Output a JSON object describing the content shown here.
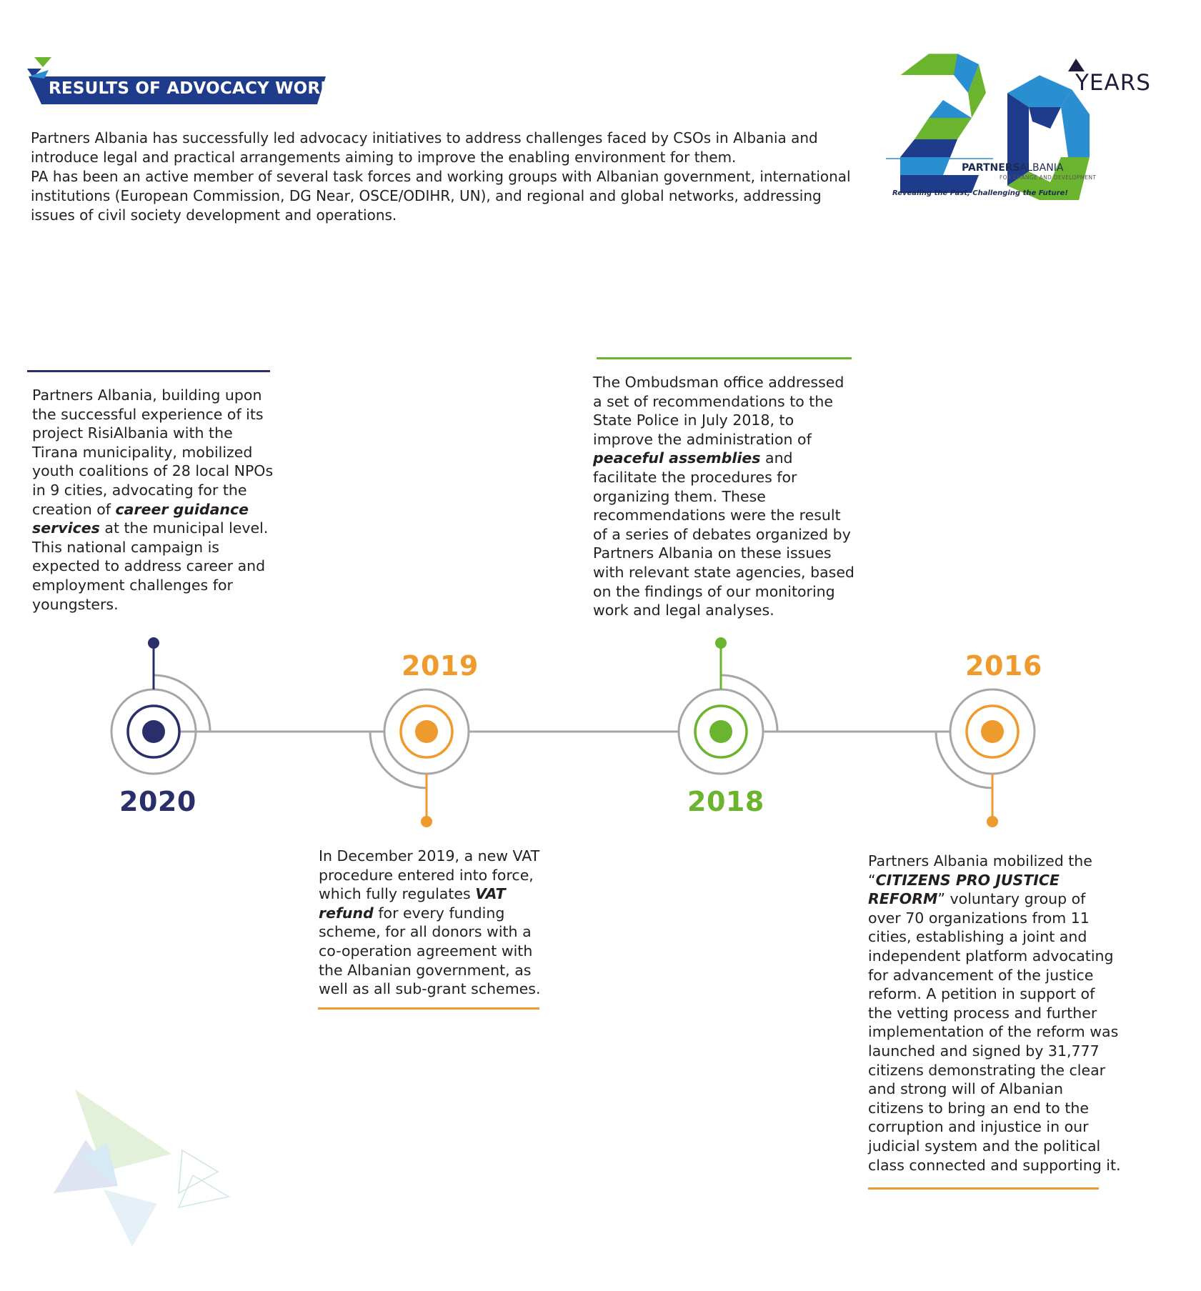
{
  "banner": {
    "title": "RESULTS OF ADVOCACY WORK"
  },
  "intro": {
    "paragraph1": "Partners Albania has successfully led advocacy initiatives to address challenges faced by CSOs in Albania and introduce legal and practical arrangements aiming to improve the enabling environment for them.",
    "paragraph2": "PA has been an active member of several task forces and working groups with Albanian government, international institutions (European Commission, DG Near, OSCE/ODIHR, UN), and regional and global networks, addressing issues of civil society development and operations."
  },
  "logo": {
    "years": "YEARS",
    "brand_bold": "PARTNERS",
    "brand_light": "ALBANIA",
    "subtitle": "FOR CHANGE AND DEVELOPMENT",
    "tagline": "Revealing the Past, Challenging the Future!"
  },
  "colors": {
    "navy": "#2a2f6b",
    "orange": "#ef9a2c",
    "green": "#6bb52e",
    "grey": "#a6a6a6",
    "banner_blue": "#1f3c8c"
  },
  "timeline": [
    {
      "year": "2020",
      "text_before": "Partners Albania, building upon the successful experience of its project RisiAlbania with the Tirana municipality, mobilized youth coalitions of 28 local NPOs in 9 cities, advocating for the creation of ",
      "emphasis": "career guidance services",
      "text_after": " at the municipal level. This national campaign is expected to address career and employment challenges for youngsters."
    },
    {
      "year": "2019",
      "text_before": "In December 2019, a new VAT procedure entered into force, which fully regulates ",
      "emphasis": "VAT refund",
      "text_after": " for every funding scheme, for all donors with a co-operation agreement with the Albanian government, as well as all sub-grant schemes."
    },
    {
      "year": "2018",
      "text_before": "The Ombudsman office addressed a set of recommendations to the State Police in July 2018, to improve the administration of ",
      "emphasis": "peaceful assemblies",
      "text_after": " and facilitate the procedures for organizing them. These recommendations were the result of a series of debates organized by Partners Albania on these issues with relevant state agencies, based on the  findings of our monitoring work and legal analyses."
    },
    {
      "year": "2016",
      "text_before": "Partners Albania mobilized the “",
      "emphasis": "CITIZENS PRO JUSTICE REFORM",
      "text_after": "” voluntary group of over 70 organizations from 11 cities, establishing a joint and independent platform advocating for advancement of the justice reform. A petition in support of the vetting process and further implementation of the reform was launched and signed by 31,777 citizens demonstrating the clear and strong will of Albanian citizens to bring an end to the corruption and injustice in our judicial system and the political class connected and supporting it."
    }
  ]
}
